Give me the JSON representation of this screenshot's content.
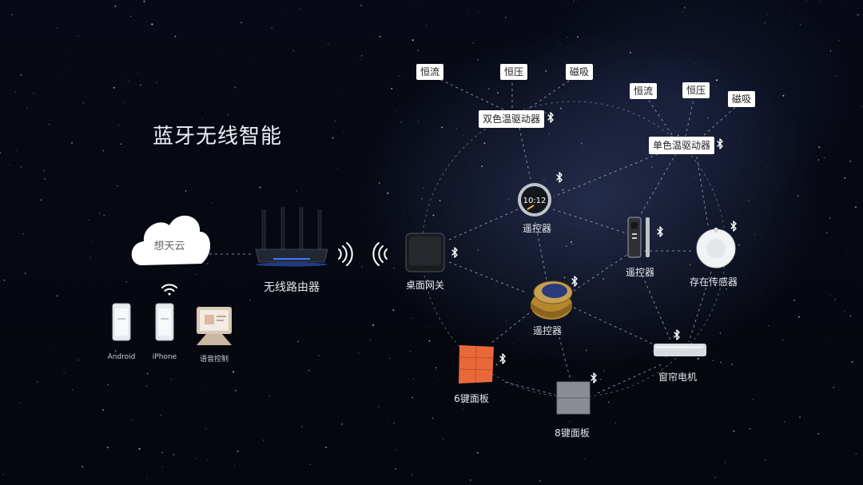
{
  "title": "蓝牙无线智能",
  "cloud": {
    "label": "想天云"
  },
  "clients": [
    {
      "id": "android",
      "label": "Android"
    },
    {
      "id": "iphone",
      "label": "iPhone"
    },
    {
      "id": "voice",
      "label": "语音控制"
    }
  ],
  "router": {
    "label": "无线路由器"
  },
  "gateway": {
    "label": "桌面网关"
  },
  "devices": {
    "remote_watch": {
      "label": "遥控器",
      "clock": "10:12"
    },
    "remote_bar": {
      "label": "遥控器"
    },
    "remote_gold": {
      "label": "遥控器"
    },
    "presence_sensor": {
      "label": "存在传感器"
    },
    "curtain_motor": {
      "label": "窗帘电机"
    },
    "panel_6key": {
      "label": "6键面板"
    },
    "panel_8key": {
      "label": "8键面板"
    }
  },
  "drivers": {
    "dual_color": {
      "label": "双色温驱动器",
      "modes": [
        "恒流",
        "恒压",
        "磁吸"
      ]
    },
    "single_color": {
      "label": "单色温驱动器",
      "modes": [
        "恒流",
        "恒压",
        "磁吸"
      ]
    }
  },
  "colors": {
    "background": "#05070f",
    "text": "#e6e8ee",
    "line": "#9aa3b8",
    "tag_bg": "#ffffff",
    "panel_orange": "#e9683a",
    "panel_gray": "#8a8d92"
  }
}
